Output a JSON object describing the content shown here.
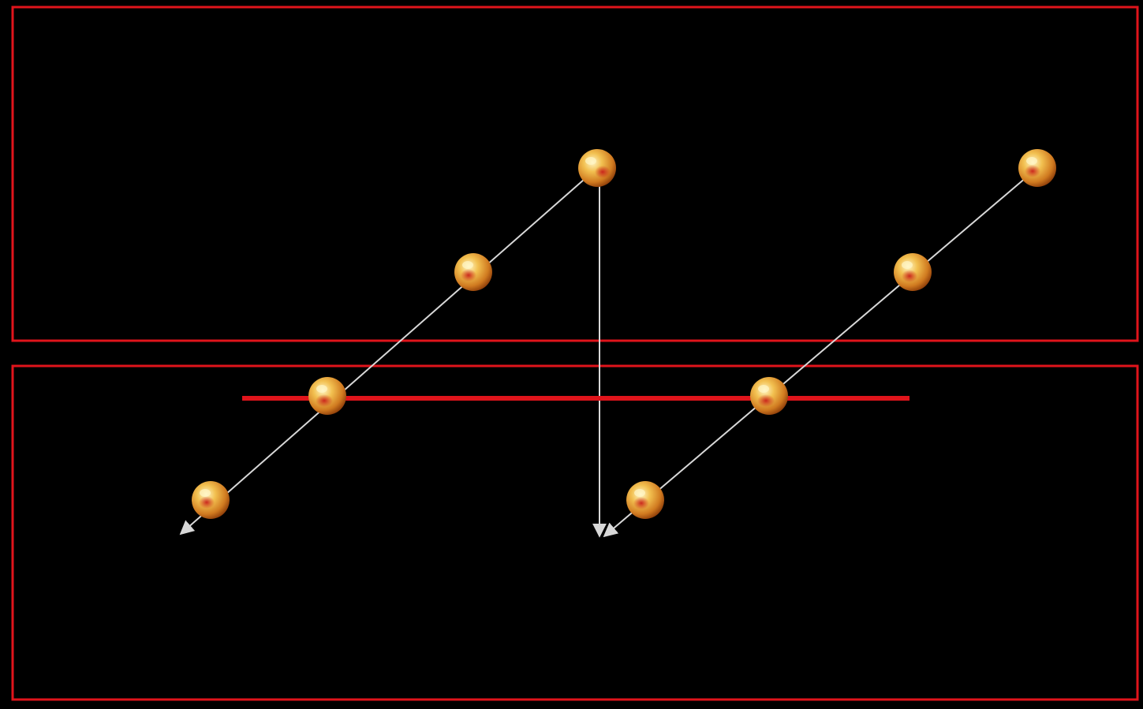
{
  "canvas": {
    "background": "#000000"
  },
  "colors": {
    "frame": "#e0141b",
    "bar": "#e0141b",
    "path": "#d8d8d8",
    "ball_highlight": "#fff6c8",
    "ball_mid": "#f2b640",
    "ball_dark": "#b24810",
    "ball_blotch": "#c8201a"
  },
  "elements": {
    "panels": [
      "upper-panel",
      "lower-panel"
    ],
    "bar": "horizontal-red-bar",
    "paths": [
      "left-diagonal-path",
      "vertical-path",
      "right-diagonal-path"
    ],
    "ball_count": 8,
    "arrowheads": 3
  }
}
